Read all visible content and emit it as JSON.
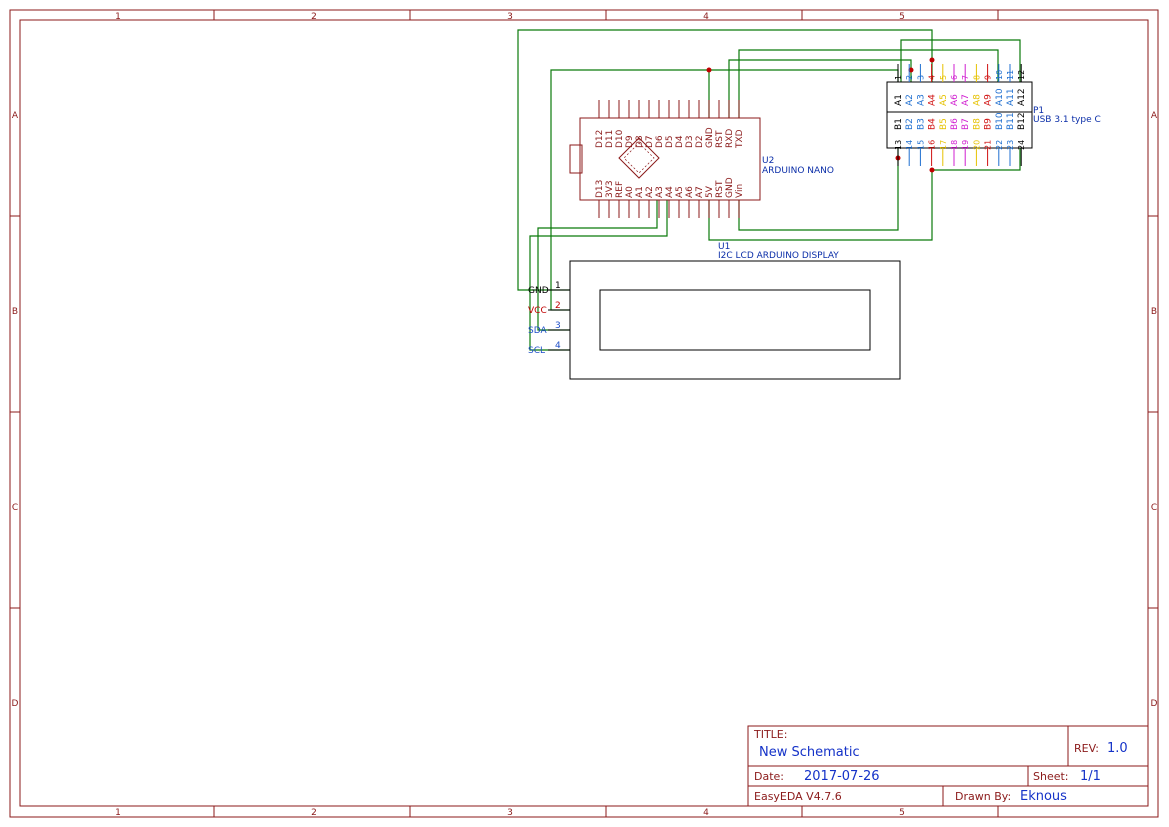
{
  "zones": {
    "columns": [
      "1",
      "2",
      "3",
      "4",
      "5"
    ],
    "rows": [
      "A",
      "B",
      "C",
      "D"
    ]
  },
  "u2": {
    "designator": "U2",
    "name": "ARDUINO NANO",
    "top_pins": [
      "D12",
      "D11",
      "D10",
      "D9",
      "D8",
      "D7",
      "D6",
      "D5",
      "D4",
      "D3",
      "D2",
      "GND",
      "RST",
      "RXD",
      "TXD"
    ],
    "bottom_pins": [
      "D13",
      "3V3",
      "REF",
      "A0",
      "A1",
      "A2",
      "A3",
      "A4",
      "A5",
      "A6",
      "A7",
      "5V",
      "RST",
      "GND",
      "Vin"
    ]
  },
  "u1": {
    "designator": "U1",
    "name": "I2C LCD ARDUINO DISPLAY",
    "pins": [
      {
        "number": "1",
        "name": "GND",
        "color": "#000000"
      },
      {
        "number": "2",
        "name": "VCC",
        "color": "#c00000"
      },
      {
        "number": "3",
        "name": "SDA",
        "color": "#1f4fc8"
      },
      {
        "number": "4",
        "name": "SCL",
        "color": "#1f4fc8"
      }
    ]
  },
  "p1": {
    "designator": "P1",
    "name": "USB 3.1 type C",
    "top_pins": [
      {
        "number": "1",
        "name": "A1",
        "color": "#000000"
      },
      {
        "number": "2",
        "name": "A2",
        "color": "#1f6fd0"
      },
      {
        "number": "3",
        "name": "A3",
        "color": "#1f6fd0"
      },
      {
        "number": "4",
        "name": "A4",
        "color": "#d01010"
      },
      {
        "number": "5",
        "name": "A5",
        "color": "#e6c200"
      },
      {
        "number": "6",
        "name": "A6",
        "color": "#d020d0"
      },
      {
        "number": "7",
        "name": "A7",
        "color": "#d020d0"
      },
      {
        "number": "8",
        "name": "A8",
        "color": "#e6c200"
      },
      {
        "number": "9",
        "name": "A9",
        "color": "#d01010"
      },
      {
        "number": "10",
        "name": "A10",
        "color": "#1f6fd0"
      },
      {
        "number": "11",
        "name": "A11",
        "color": "#1f6fd0"
      },
      {
        "number": "12",
        "name": "A12",
        "color": "#000000"
      }
    ],
    "bottom_pins": [
      {
        "number": "13",
        "name": "B1",
        "color": "#000000"
      },
      {
        "number": "14",
        "name": "B2",
        "color": "#1f6fd0"
      },
      {
        "number": "15",
        "name": "B3",
        "color": "#1f6fd0"
      },
      {
        "number": "16",
        "name": "B4",
        "color": "#d01010"
      },
      {
        "number": "17",
        "name": "B5",
        "color": "#e6c200"
      },
      {
        "number": "18",
        "name": "B6",
        "color": "#d020d0"
      },
      {
        "number": "19",
        "name": "B7",
        "color": "#d020d0"
      },
      {
        "number": "20",
        "name": "B8",
        "color": "#e6c200"
      },
      {
        "number": "21",
        "name": "B9",
        "color": "#d01010"
      },
      {
        "number": "22",
        "name": "B10",
        "color": "#1f6fd0"
      },
      {
        "number": "23",
        "name": "B11",
        "color": "#1f6fd0"
      },
      {
        "number": "24",
        "name": "B12",
        "color": "#000000"
      }
    ]
  },
  "title_block": {
    "title_label": "TITLE:",
    "title_value": "New Schematic",
    "rev_label": "REV:",
    "rev_value": "1.0",
    "date_label": "Date:",
    "date_value": "2017-07-26",
    "sheet_label": "Sheet:",
    "sheet_value": "1/1",
    "tool": "EasyEDA V4.7.6",
    "drawn_label": "Drawn By:",
    "drawn_value": "Eknous"
  },
  "colors": {
    "frame": "#8b1a1a",
    "wire": "#0a7a0a",
    "junction": "#c00000",
    "part_text": "#0b2ea8"
  }
}
